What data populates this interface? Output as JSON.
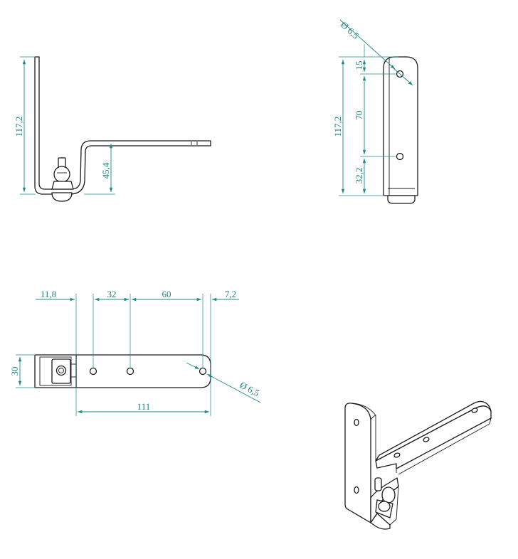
{
  "colors": {
    "dimension": "#1f8a86",
    "outline": "#1a1a1a",
    "background": "#ffffff"
  },
  "side_view": {
    "height": "117,2",
    "bend_height": "45,4"
  },
  "front_view": {
    "hole_dia": "Ø 6,5",
    "height": "117,2",
    "top_to_hole": "15",
    "hole_spacing": "70",
    "hole_to_bottom": "32,2"
  },
  "top_view": {
    "offset_left": "11,8",
    "spacing_1": "32",
    "spacing_2": "60",
    "offset_right": "7,2",
    "width": "30",
    "hole_dia": "Ø 6,5",
    "overall_length": "111"
  }
}
